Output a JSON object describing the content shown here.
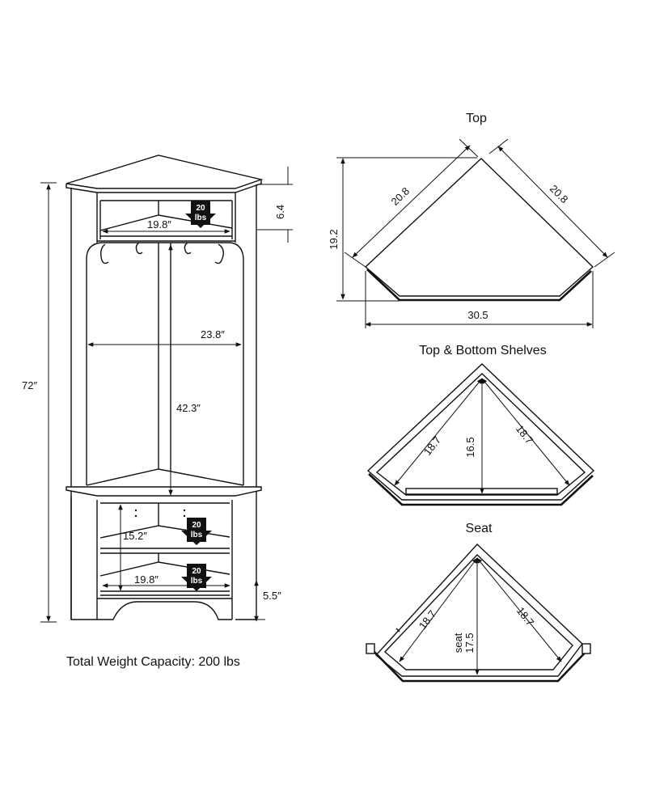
{
  "cabinet": {
    "height": "72″",
    "top_gap": "6.4",
    "top_shelf_width": "19.8″",
    "inner_width": "23.8″",
    "inner_height": "42.3″",
    "lower_gap": "15.2″",
    "bottom_shelf_width": "19.8″",
    "base_height": "5.5″",
    "load_badges": [
      {
        "value": "20",
        "unit": "lbs"
      },
      {
        "value": "20",
        "unit": "lbs"
      },
      {
        "value": "20",
        "unit": "lbs"
      }
    ]
  },
  "top_view": {
    "title": "Top",
    "left_side": "20.8",
    "right_side": "20.8",
    "depth": "19.2",
    "width": "30.5"
  },
  "shelves_view": {
    "title": "Top & Bottom Shelves",
    "left_side": "18.7",
    "right_side": "18.7",
    "depth": "16.5"
  },
  "seat_view": {
    "title": "Seat",
    "left_side": "18.7",
    "right_side": "18.7",
    "depth": "17.5",
    "depth_label": "seat"
  },
  "caption": "Total Weight Capacity:  200 lbs"
}
